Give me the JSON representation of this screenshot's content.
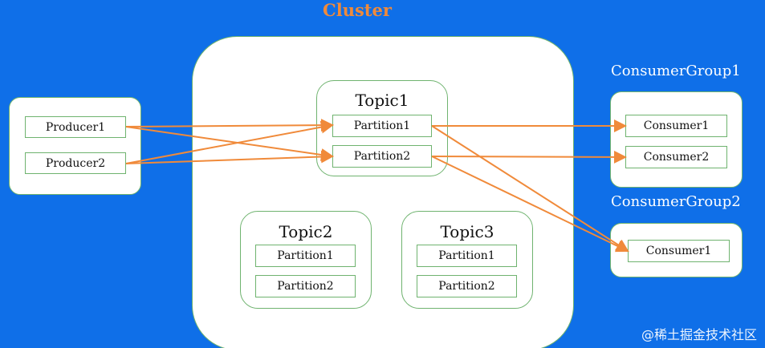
{
  "cluster": {
    "label": "Cluster",
    "topics": [
      {
        "label": "Topic1",
        "partitions": [
          "Partition1",
          "Partition2"
        ]
      },
      {
        "label": "Topic2",
        "partitions": [
          "Partition1",
          "Partition2"
        ]
      },
      {
        "label": "Topic3",
        "partitions": [
          "Partition1",
          "Partition2"
        ]
      }
    ]
  },
  "producers": [
    "Producer1",
    "Producer2"
  ],
  "consumer_groups": [
    {
      "label": "ConsumerGroup1",
      "consumers": [
        "Consumer1",
        "Consumer2"
      ]
    },
    {
      "label": "ConsumerGroup2",
      "consumers": [
        "Consumer1"
      ]
    }
  ],
  "footer": {
    "watermark": "@稀土掘金技术社区"
  },
  "colors": {
    "background": "#0f6fe8",
    "box_border": "#6fb36f",
    "arrow": "#f08a3a",
    "cluster_title": "#f08a3a"
  }
}
